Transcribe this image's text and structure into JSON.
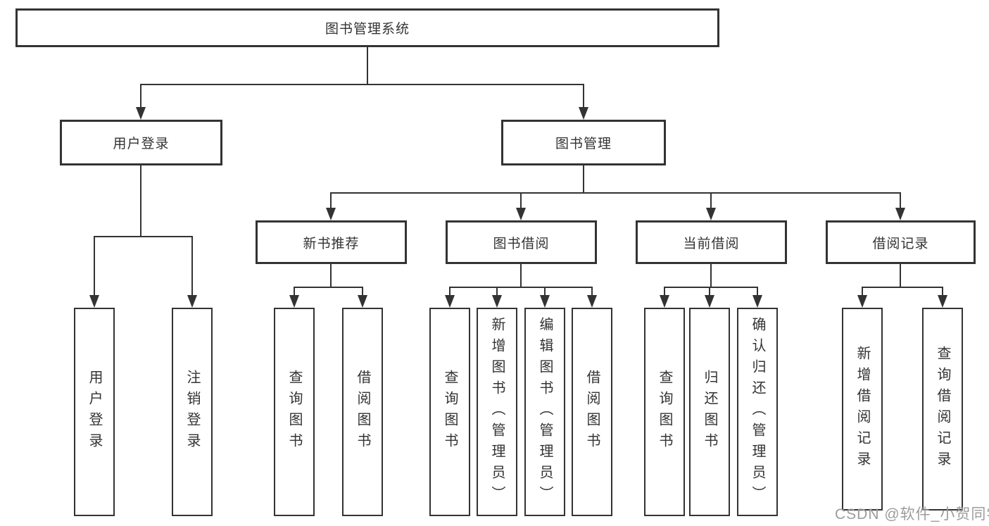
{
  "diagram": {
    "root_label": "图书管理系统",
    "user_login": {
      "label": "用户登录",
      "children": [
        {
          "label": "用户登录"
        },
        {
          "label": "注销登录"
        }
      ]
    },
    "book_mgmt": {
      "label": "图书管理",
      "sections": [
        {
          "label": "新书推荐",
          "children": [
            {
              "label": "查询图书"
            },
            {
              "label": "借阅图书"
            }
          ]
        },
        {
          "label": "图书借阅",
          "children": [
            {
              "label": "查询图书"
            },
            {
              "label": "新增图书（管理员）"
            },
            {
              "label": "编辑图书（管理员）"
            },
            {
              "label": "借阅图书"
            }
          ]
        },
        {
          "label": "当前借阅",
          "children": [
            {
              "label": "查询图书"
            },
            {
              "label": "归还图书"
            },
            {
              "label": "确认归还（管理员）"
            }
          ]
        },
        {
          "label": "借阅记录",
          "children": [
            {
              "label": "新增借阅记录"
            },
            {
              "label": "查询借阅记录"
            }
          ]
        }
      ]
    },
    "watermark": "CSDN @软件_小贺同学",
    "colors": {
      "line": "#333333",
      "box_border": "#333333",
      "box_fill": "#ffffff",
      "text": "#333333",
      "watermark": "#9c9c9c",
      "background": "#ffffff"
    }
  }
}
